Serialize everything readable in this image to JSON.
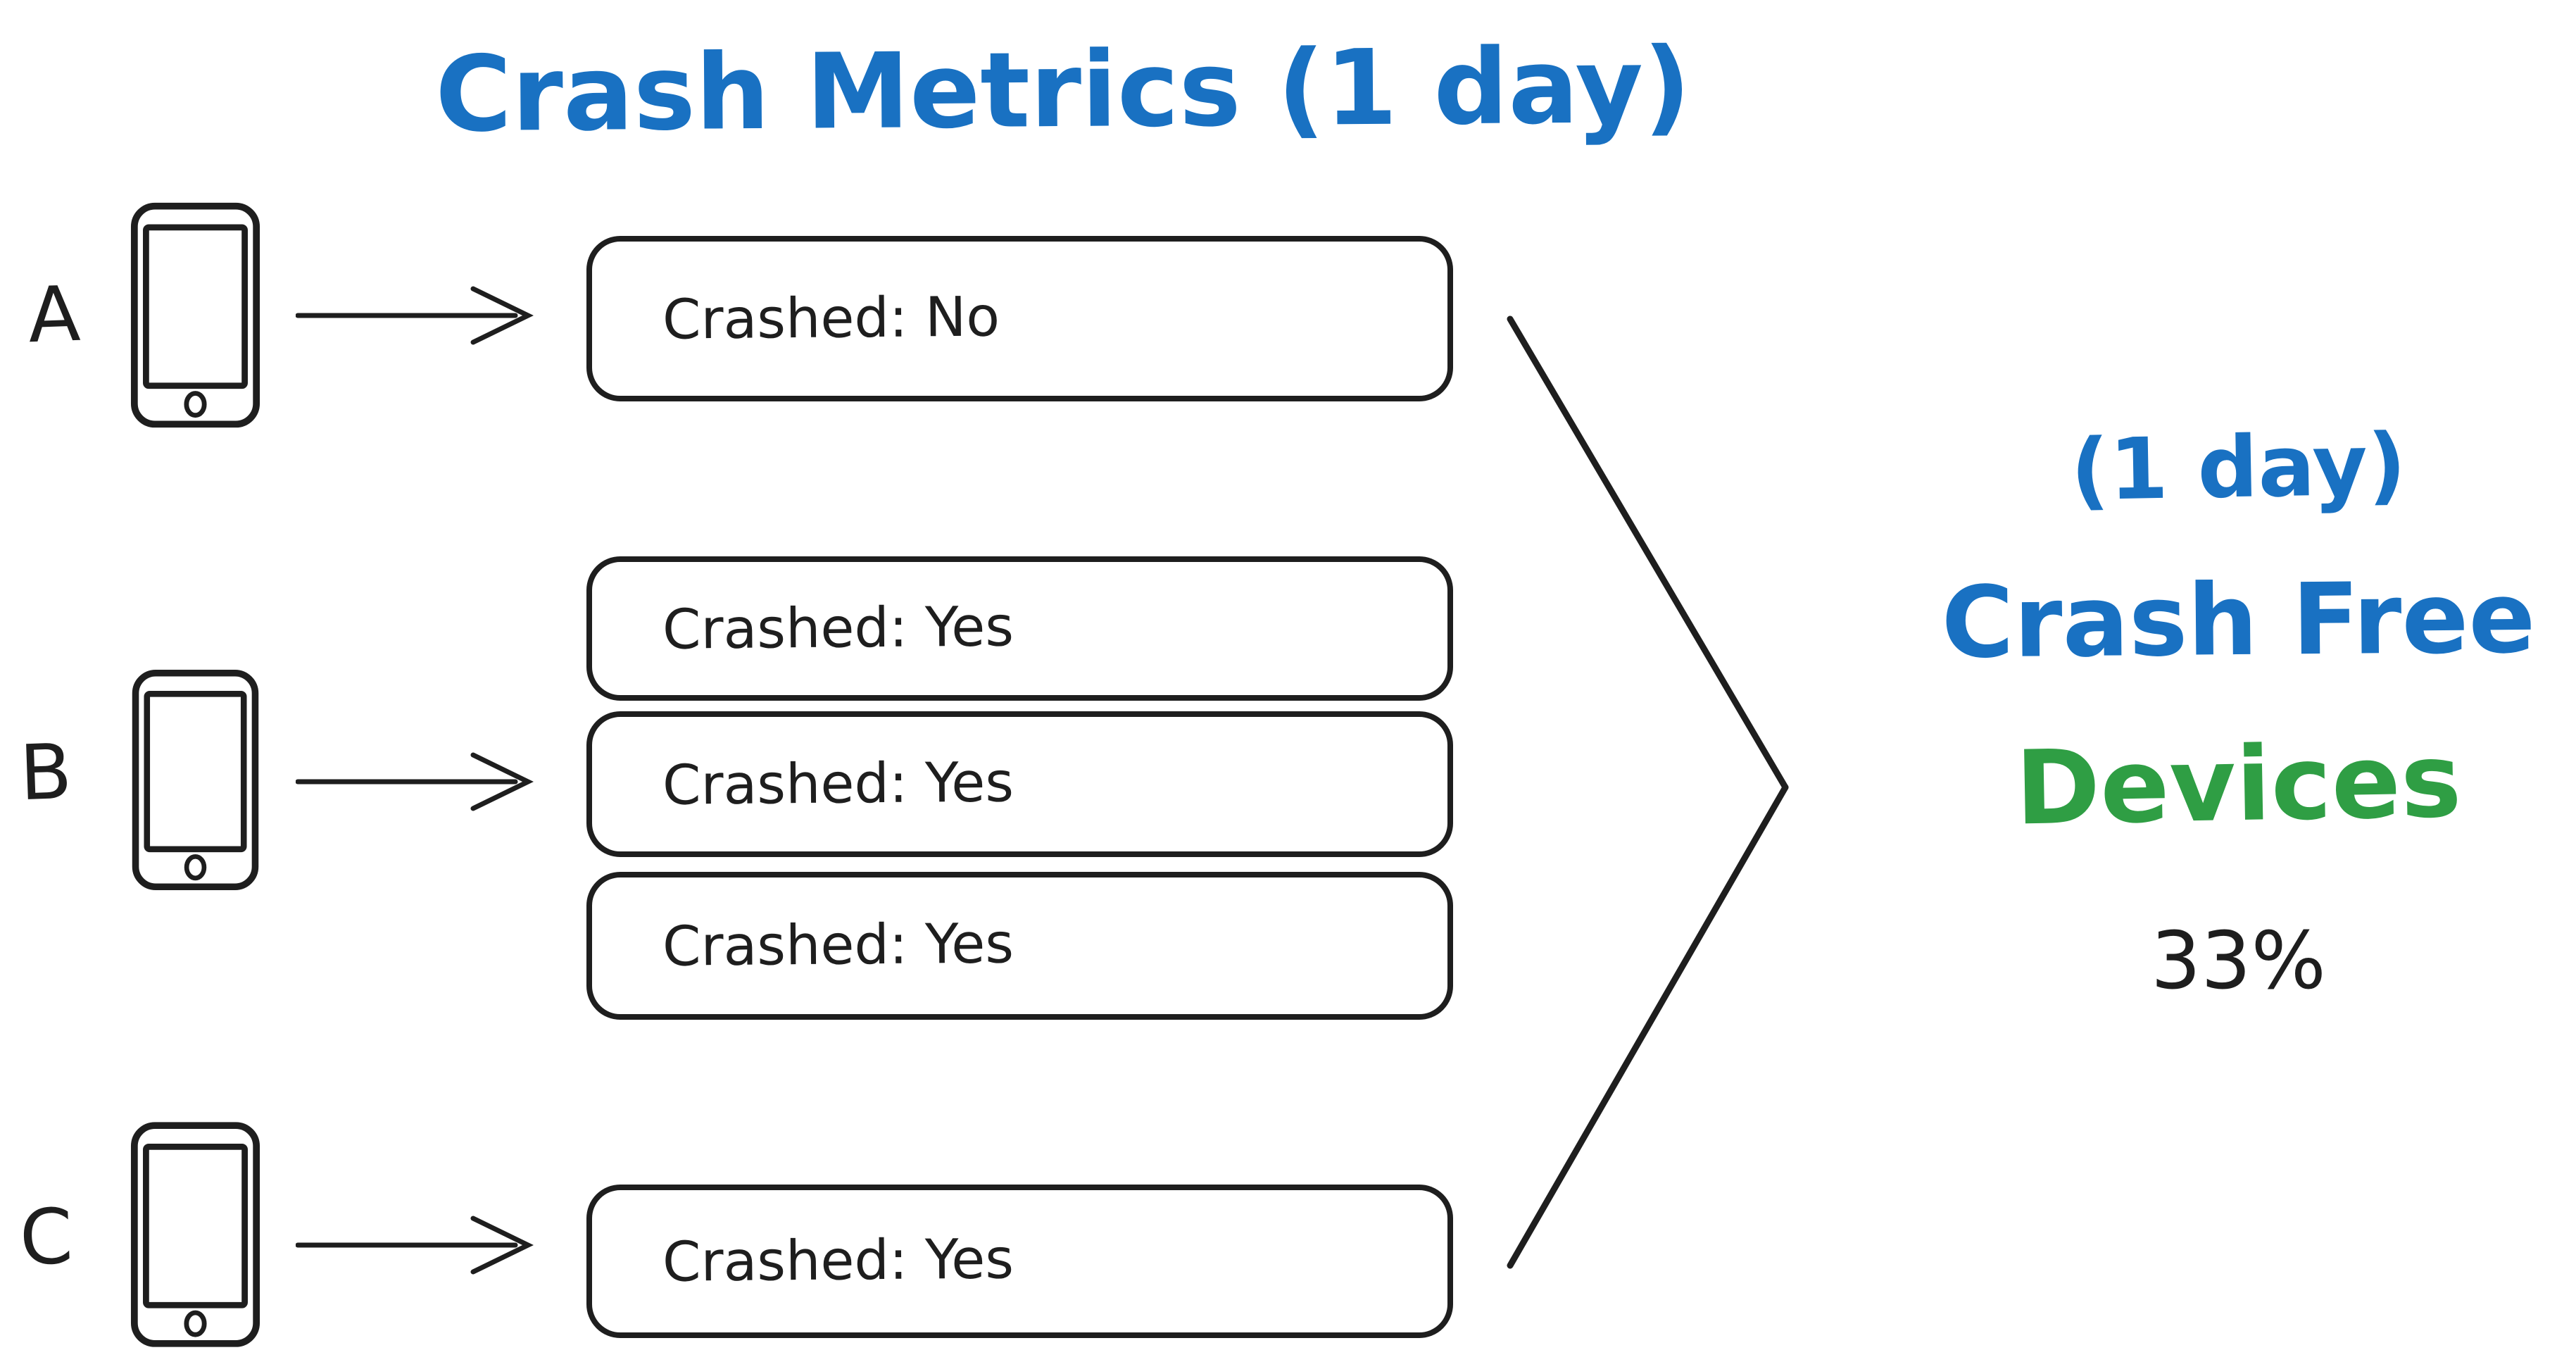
{
  "title": {
    "text": "Crash Metrics (1 day)",
    "color": "#1971c2"
  },
  "devices": [
    {
      "label": "A",
      "crash_reports": [
        "Crashed: No"
      ]
    },
    {
      "label": "B",
      "crash_reports": [
        "Crashed: Yes",
        "Crashed: Yes",
        "Crashed: Yes"
      ]
    },
    {
      "label": "C",
      "crash_reports": [
        "Crashed: Yes"
      ]
    }
  ],
  "result": {
    "line1": "(1 day)",
    "line2": "Crash Free",
    "line3": "Devices",
    "value": "33%",
    "line1_color": "#1971c2",
    "line2_color": "#1971c2",
    "line3_color": "#2f9e44",
    "value_color": "#1e1e1e"
  },
  "icons": {
    "phone": "smartphone-icon",
    "arrow": "right-arrow-icon",
    "chevron": "merge-chevron-icon"
  },
  "colors": {
    "ink": "#1e1e1e",
    "blue": "#1971c2",
    "green": "#2f9e44",
    "background": "#ffffff"
  }
}
